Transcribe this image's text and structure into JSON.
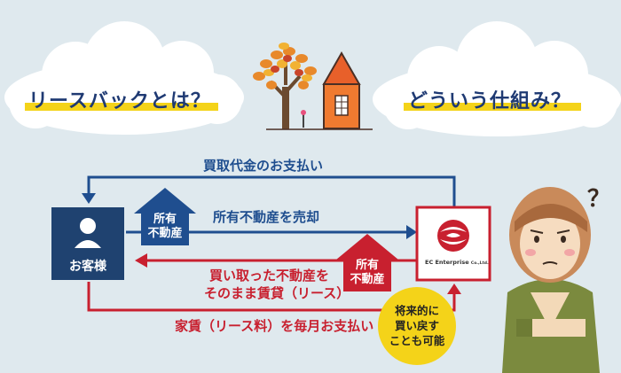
{
  "title_left": "リースバックとは？",
  "title_right": "どういう仕組み？",
  "customer": {
    "label": "お客様"
  },
  "company": {
    "logo_name": "EC Enterprise",
    "logo_small": "Co.,Ltd."
  },
  "flows": {
    "payment": "買取代金のお支払い",
    "sell": "所有不動産を売却",
    "lease_line1": "買い取った不動産を",
    "lease_line2": "そのまま賃貸（リース）",
    "rent": "家賃（リース料）を毎月お支払い"
  },
  "house_blue": {
    "line1": "所有",
    "line2": "不動産"
  },
  "house_red": {
    "line1": "所有",
    "line2": "不動産"
  },
  "bubble": {
    "line1": "将来的に",
    "line2": "買い戻す",
    "line3": "ことも可能"
  },
  "thinking_mark": "？",
  "colors": {
    "background": "#dfe9ee",
    "blue": "#1f4e8f",
    "red": "#c8202f",
    "yellow": "#f4d319",
    "navy": "#1f3a73"
  }
}
